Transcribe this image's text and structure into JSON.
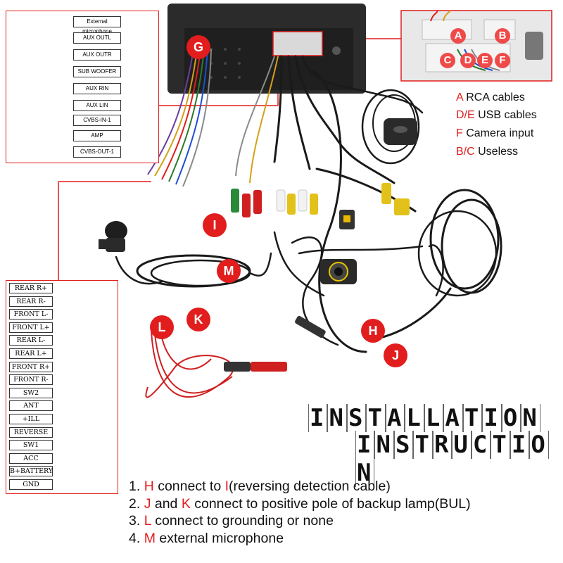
{
  "left_rca_box": {
    "labels": [
      "External microphone",
      "AUX OUTL",
      "AUX OUTR",
      "SUB WOOFER",
      "AUX RIN",
      "AUX LIN",
      "CVBS-IN-1",
      "AMP",
      "CVBS-OUT-1"
    ]
  },
  "connector_inset": {
    "letters": [
      "A",
      "B",
      "C",
      "D",
      "E",
      "F"
    ]
  },
  "legend": [
    {
      "key": "A",
      "text": "RCA cables"
    },
    {
      "key": "D/E",
      "text": "USB cables"
    },
    {
      "key": "F",
      "text": "Camera input"
    },
    {
      "key": "B/C",
      "text": "Useless"
    }
  ],
  "wire_box": {
    "labels": [
      "REAR R+",
      "REAR R-",
      "FRONT L-",
      "FRONT L+",
      "REAR L-",
      "REAR L+",
      "FRONT R+",
      "FRONT R-",
      "SW2",
      "ANT",
      "+ILL",
      "REVERSE",
      "SW1",
      "ACC",
      "B+BATTERY",
      "GND"
    ]
  },
  "markers": [
    "G",
    "I",
    "M",
    "L",
    "K",
    "H",
    "J"
  ],
  "title": {
    "line1": "INSTALLATION",
    "line2": "INSTRUCTION"
  },
  "instructions": [
    {
      "num": "1.",
      "parts": [
        {
          "t": "H",
          "red": true
        },
        {
          "t": " connect to ",
          "red": false
        },
        {
          "t": "I",
          "red": true
        },
        {
          "t": "(reversing detection cable)",
          "red": false
        }
      ]
    },
    {
      "num": "2.",
      "parts": [
        {
          "t": "J",
          "red": true
        },
        {
          "t": " and ",
          "red": false
        },
        {
          "t": "K",
          "red": true
        },
        {
          "t": " connect to positive pole of backup lamp(BUL)",
          "red": false
        }
      ]
    },
    {
      "num": "3.",
      "parts": [
        {
          "t": "L",
          "red": true
        },
        {
          "t": " connect to grounding or none",
          "red": false
        }
      ]
    },
    {
      "num": "4.",
      "parts": [
        {
          "t": "M",
          "red": true
        },
        {
          "t": " external microphone",
          "red": false
        }
      ]
    }
  ],
  "colors": {
    "accent": "#e11d1d",
    "cable": "#1a1a1a"
  }
}
